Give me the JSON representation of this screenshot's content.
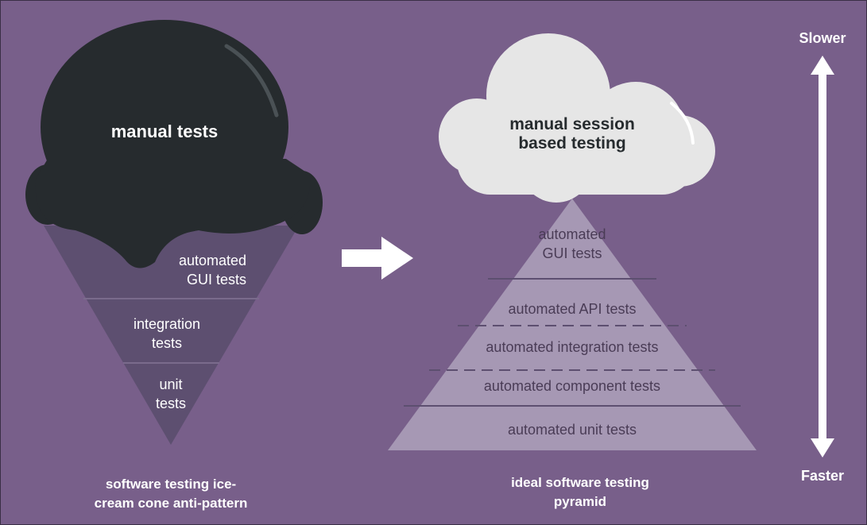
{
  "colors": {
    "background": "#785f8a",
    "scoop": "#262b2e",
    "cone": "#5d4f70",
    "pyramid": "#a698b4",
    "cloud": "#e6e6e6",
    "arrow": "#ffffff"
  },
  "cone": {
    "scoop_label": "manual tests",
    "layers": [
      "automated\nGUI tests",
      "integration\ntests",
      "unit\ntests"
    ],
    "caption": "software testing ice-\ncream cone anti-pattern"
  },
  "transition_arrow_icon": "right-arrow-icon",
  "pyramid": {
    "cloud_label": "manual session\nbased testing",
    "layers": [
      "automated\nGUI tests",
      "automated API tests",
      "automated integration tests",
      "automated component tests",
      "automated unit tests"
    ],
    "caption": "ideal software testing\npyramid"
  },
  "speed_axis": {
    "top_label": "Slower",
    "bottom_label": "Faster",
    "icon": "double-headed-vertical-arrow-icon"
  }
}
